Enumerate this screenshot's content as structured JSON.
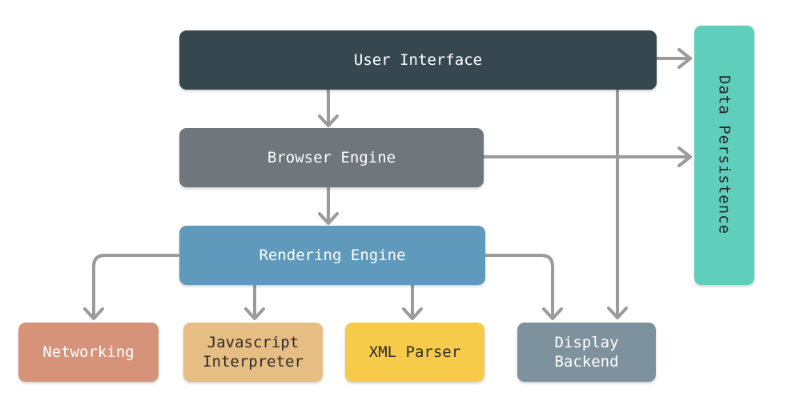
{
  "nodes": {
    "user_interface": {
      "label": "User Interface",
      "color": "#37474f"
    },
    "browser_engine": {
      "label": "Browser Engine",
      "color": "#6f767c"
    },
    "rendering_engine": {
      "label": "Rendering Engine",
      "color": "#5f99bc"
    },
    "networking": {
      "label": "Networking",
      "color": "#d6937a"
    },
    "javascript_interpreter": {
      "label": "Javascript\nInterpreter",
      "color": "#e6bd83"
    },
    "xml_parser": {
      "label": "XML Parser",
      "color": "#f7cb4a"
    },
    "display_backend": {
      "label": "Display\nBackend",
      "color": "#7e929e"
    },
    "data_persistence": {
      "label": "Data Persistence",
      "color": "#5fcfbc"
    }
  },
  "edges": [
    {
      "from": "user_interface",
      "to": "browser_engine"
    },
    {
      "from": "user_interface",
      "to": "data_persistence"
    },
    {
      "from": "user_interface",
      "to": "display_backend"
    },
    {
      "from": "browser_engine",
      "to": "rendering_engine"
    },
    {
      "from": "browser_engine",
      "to": "data_persistence"
    },
    {
      "from": "rendering_engine",
      "to": "networking"
    },
    {
      "from": "rendering_engine",
      "to": "javascript_interpreter"
    },
    {
      "from": "rendering_engine",
      "to": "xml_parser"
    },
    {
      "from": "rendering_engine",
      "to": "display_backend"
    }
  ],
  "edge_color": "#9b9b9b"
}
